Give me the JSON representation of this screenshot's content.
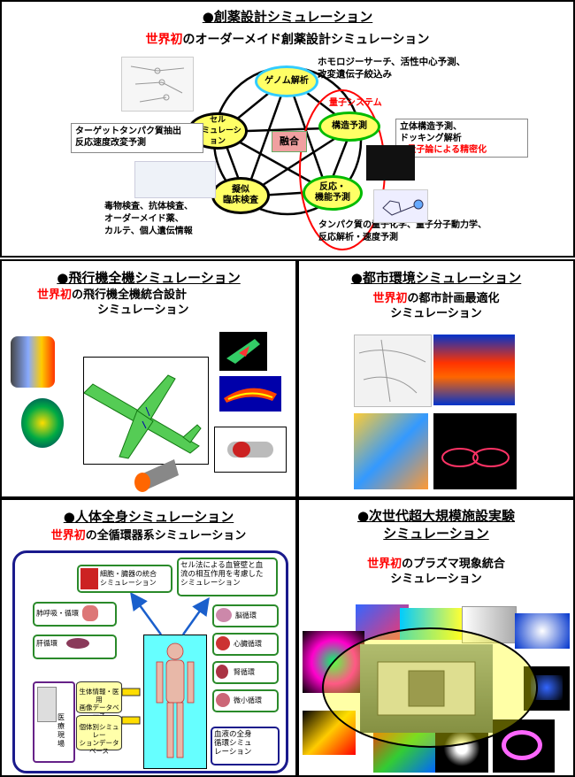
{
  "drug": {
    "title": "●創薬設計シミュレーション",
    "sub_red": "世界初",
    "sub_rest": "のオーダーメイド創薬設計シミュレーション",
    "nodes": {
      "genome": "ゲノム解析",
      "structure": "構造予測",
      "function": "反応・\n機能予測",
      "clinical": "擬似\n臨床検査",
      "cell": "セル\nシミュレーション",
      "fusion": "融合"
    },
    "note_genome": "ホモロジーサーチ、活性中心予測、\n改変遺伝子絞込み",
    "quantum_label": "量子システム",
    "note_structure": "立体構造予測、\nドッキング解析",
    "note_structure_red": "→量子論による精密化",
    "note_cell": "ターゲットタンパク質抽出\n反応速度改変予測",
    "note_clinical": "毒物検査、抗体検査、\nオーダーメイド薬、\nカルテ、個人遺伝情報",
    "note_function": "タンパク質の量子化学、量子分子動力学、\n反応解析・速度予測"
  },
  "aircraft": {
    "title": "●飛行機全機シミュレーション",
    "sub_red": "世界初",
    "sub_rest": "の飛行機全機統合設計",
    "sub_line2": "シミュレーション"
  },
  "city": {
    "title": "●都市環境シミュレーション",
    "sub_red": "世界初",
    "sub_rest": "の都市計画最適化",
    "sub_line2": "シミュレーション"
  },
  "body": {
    "title": "●人体全身シミュレーション",
    "sub_red": "世界初",
    "sub_rest": "の全循環器系シミュレーション",
    "box_cell_organ": "細胞・臓器の統合\nシミュレーション",
    "box_cell_method": "セル法による血管壁と血\n流の相互作用を考慮した\nシミュレーション",
    "box_lung": "肺呼吸・循環",
    "box_liver": "肝循環",
    "box_brain": "脳循環",
    "box_heart": "心臓循環",
    "box_kidney": "腎循環",
    "box_micro": "微小循環",
    "box_blood": "血液の全身\n循環シミュ\nレーション",
    "db1": "生体情報・医用\n画像データベース",
    "db2": "個体別シミュレー\nションデータベース",
    "medical": "医\n療\n現\n場"
  },
  "plasma": {
    "title_line1": "●次世代超大規模施設実験",
    "title_line2": "シミュレーション",
    "sub_red": "世界初",
    "sub_rest": "のプラズマ現象統合",
    "sub_line2": "シミュレーション"
  },
  "colors": {
    "red": "#ff0000",
    "node_yellow": "#ffff66",
    "green": "#00aa00",
    "navy": "#1a1a8c",
    "cyan": "#66ffff"
  }
}
